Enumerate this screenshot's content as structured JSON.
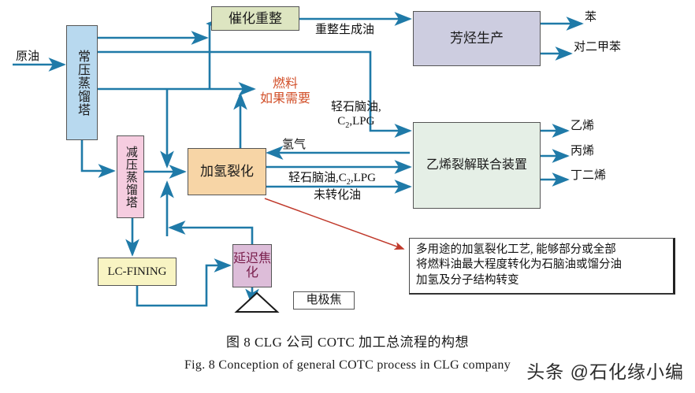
{
  "figure": {
    "caption_cn": "图 8    CLG 公司 COTC 加工总流程的构想",
    "caption_en": "Fig. 8    Conception of general COTC process in CLG company",
    "watermark": "头条 @石化缘小编"
  },
  "colors": {
    "line": "#1f7aa8",
    "atmospheric_tower": "#b8d9ef",
    "vacuum_tower": "#f6cde0",
    "catalytic_reforming": "#dde5c1",
    "hydrocracking": "#f7d5a6",
    "aromatics": "#cdcde0",
    "ethylene_cracker": "#e5efe6",
    "lc_fining": "#f8f4c3",
    "delayed_coking": "#ddbdd9",
    "fuel_label": "#d2502a",
    "callout_arrow": "#c0392b"
  },
  "units": {
    "atmospheric_tower": "常压蒸馏塔",
    "vacuum_tower": "减压蒸馏塔",
    "catalytic_reforming": "催化重整",
    "hydrocracking": "加氢裂化",
    "aromatics_production": "芳烃生产",
    "ethylene_cracker": "乙烯裂解联合装置",
    "lc_fining": "LC-FINING",
    "delayed_coking": "延迟焦化",
    "electrode_coke": "电极焦"
  },
  "streams": {
    "crude_oil": "原油",
    "reformate": "重整生成油",
    "fuel_if_needed_line1": "燃料",
    "fuel_if_needed_line2": "如果需要",
    "light_naphtha_c2_lpg_line1": "轻石脑油,",
    "light_naphtha_c2_lpg_line2_pre": "C",
    "light_naphtha_c2_lpg_line2_sub": "2",
    "light_naphtha_c2_lpg_line2_post": ",LPG",
    "hydrogen": "氢气",
    "light_naphtha_inline_pre": "轻石脑油,C",
    "light_naphtha_inline_sub": "2",
    "light_naphtha_inline_post": ",LPG",
    "unconverted_oil": "未转化油"
  },
  "products": {
    "benzene": "苯",
    "paraxylene": "对二甲苯",
    "ethylene": "乙烯",
    "propylene": "丙烯",
    "butadiene": "丁二烯"
  },
  "annotation": {
    "line1": "多用途的加氢裂化工艺, 能够部分或全部",
    "line2": "将燃料油最大程度转化为石脑油或馏分油",
    "line3": "加氢及分子结构转变"
  }
}
